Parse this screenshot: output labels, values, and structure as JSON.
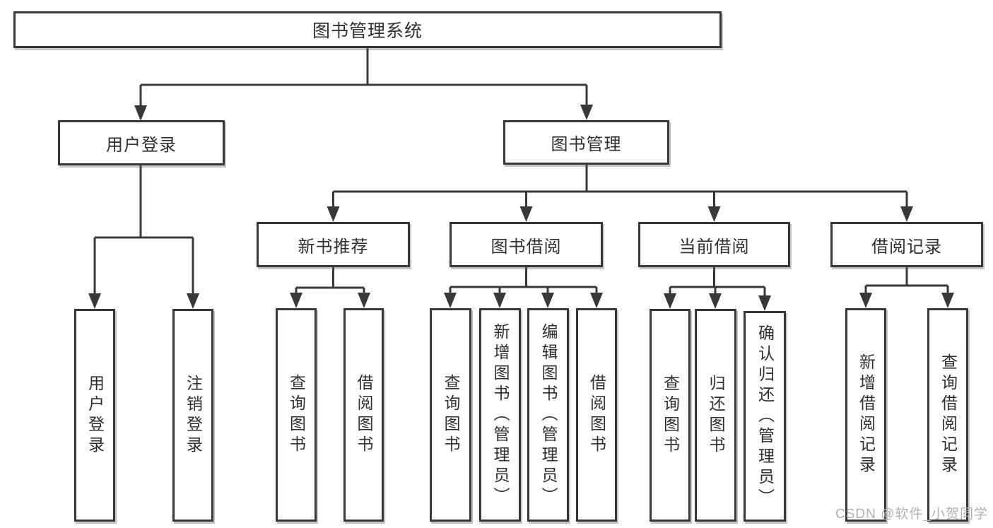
{
  "nodes": {
    "root": "图书管理系统",
    "user_login": "用户登录",
    "book_mgmt": "图书管理",
    "new_rec": "新书推荐",
    "borrow": "图书借阅",
    "current": "当前借阅",
    "records": "借阅记录"
  },
  "leaves": {
    "user": [
      "用户登录",
      "注销登录"
    ],
    "new_rec": [
      "查询图书",
      "借阅图书"
    ],
    "borrow": [
      "查询图书",
      "新增图书（管理员）",
      "编辑图书（管理员）",
      "借阅图书"
    ],
    "current": [
      "查询图书",
      "归还图书",
      "确认归还（管理员）"
    ],
    "records": [
      "新增借阅记录",
      "查询借阅记录"
    ]
  },
  "watermark": "CSDN @软件_小贺同学",
  "colors": {
    "line": "#383838",
    "text": "#2f2f2f",
    "watermark": "#b2b2b2",
    "background": "#ffffff"
  }
}
